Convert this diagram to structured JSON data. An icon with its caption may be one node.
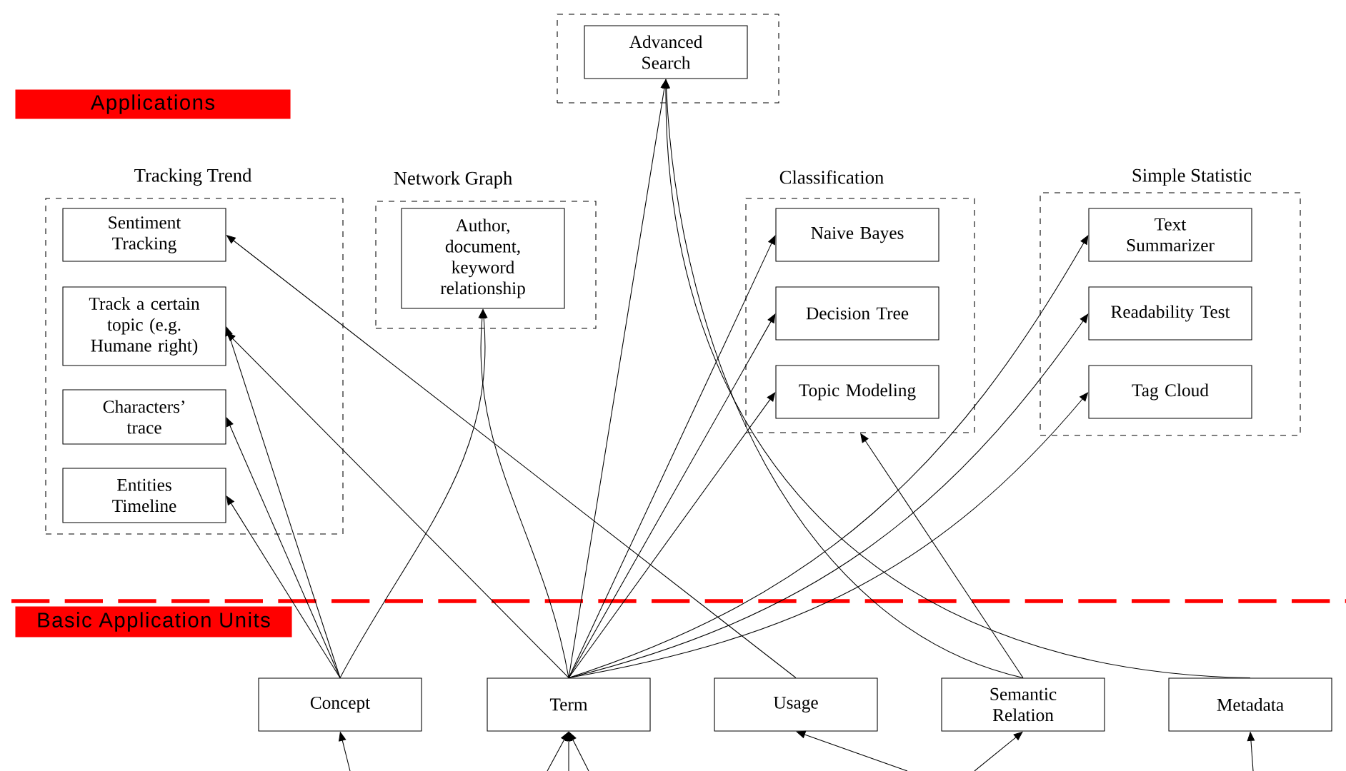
{
  "diagram": {
    "nodes": [
      {
        "text": [],
        "shape": "box"
      },
      {
        "text": [
          "Advanced Search"
        ],
        "in": 0
      },
      {
        "text": [
          "Applications"
        ]
      },
      {
        "text": [
          "Tracking Trend"
        ]
      },
      {
        "text": [
          "Sentiment Tracking"
        ],
        "in": 3
      },
      {
        "text": [
          "Track a certain topic (e.g. Humane right)"
        ],
        "in": 3
      },
      {
        "text": [
          "Characters’ trace"
        ],
        "in": 3
      },
      {
        "text": [
          "Entities Timeline"
        ],
        "in": 3
      },
      {
        "text": [
          "Network Graph"
        ]
      },
      {
        "text": [
          "Author, document, keyword relationship"
        ],
        "in": 8
      },
      {
        "text": [
          "Classification"
        ]
      },
      {
        "text": [
          "Naive  Bayes"
        ],
        "in": 10
      },
      {
        "text": [
          "Decision Tree"
        ],
        "in": 10
      },
      {
        "text": [
          "Topic Modeling"
        ],
        "in": 10
      },
      {
        "text": [
          "Simple Statistic"
        ]
      },
      {
        "text": [
          "Text Summarizer"
        ],
        "in": 14
      },
      {
        "text": [
          "Readability Test"
        ],
        "in": 14
      },
      {
        "text": [
          "Tag Cloud"
        ],
        "in": 14
      },
      {
        "text": [
          "Basic Application Units"
        ]
      },
      {
        "text": [
          "Concept"
        ]
      },
      {
        "text": [
          "Term"
        ]
      },
      {
        "text": [
          "Usage"
        ]
      },
      {
        "text": [
          "Semantic Relation"
        ]
      },
      {
        "text": [
          "Metadata"
        ]
      }
    ],
    "edges": [
      {
        "from": 19,
        "to": 5,
        "arrow": "to"
      },
      {
        "from": 19,
        "to": 6,
        "arrow": "to"
      },
      {
        "from": 19,
        "to": 7,
        "arrow": "to"
      },
      {
        "from": 19,
        "to": 9,
        "arrow": "to"
      },
      {
        "from": 20,
        "to": 1,
        "arrow": "to"
      },
      {
        "from": 20,
        "to": 9,
        "arrow": "to"
      },
      {
        "from": 20,
        "to": 11,
        "arrow": "to"
      },
      {
        "from": 20,
        "to": 12,
        "arrow": "to"
      },
      {
        "from": 20,
        "to": 13,
        "arrow": "to"
      },
      {
        "from": 20,
        "to": 15,
        "arrow": "to"
      },
      {
        "from": 20,
        "to": 16,
        "arrow": "to"
      },
      {
        "from": 20,
        "to": 17,
        "arrow": "to"
      },
      {
        "from": 20,
        "to": 5,
        "arrow": "to"
      },
      {
        "from": 21,
        "to": 4,
        "arrow": "to"
      },
      {
        "from": 22,
        "to": 10,
        "arrow": "to"
      },
      {
        "from": 22,
        "to": 1,
        "arrow": "to"
      },
      {
        "from": 23,
        "to": 1,
        "arrow": "to"
      },
      {
        "from": null,
        "to": 19,
        "arrow": "to"
      },
      {
        "from": null,
        "to": 20,
        "arrow": "to"
      },
      {
        "from": null,
        "to": 20,
        "arrow": "to"
      },
      {
        "from": null,
        "to": 20,
        "arrow": "to"
      },
      {
        "from": null,
        "to": 21,
        "arrow": "to"
      },
      {
        "from": null,
        "to": 22,
        "arrow": "to"
      },
      {
        "from": null,
        "to": 23,
        "arrow": "to"
      }
    ]
  }
}
